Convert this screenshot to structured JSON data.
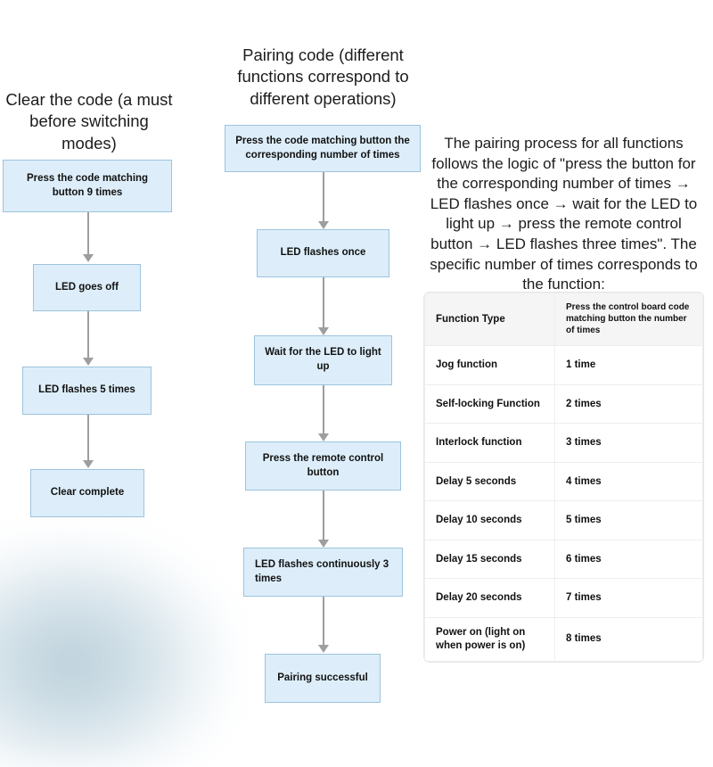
{
  "columns": {
    "left": {
      "heading": "Clear the code (a must before switching modes)",
      "nodes": [
        {
          "label": "Press the code matching button 9 times"
        },
        {
          "label": "LED goes off"
        },
        {
          "label": "LED flashes 5 times"
        },
        {
          "label": "Clear complete"
        }
      ]
    },
    "middle": {
      "heading": "Pairing code (different functions correspond to different operations)",
      "nodes": [
        {
          "label": "Press the code matching button the corresponding number of times"
        },
        {
          "label": "LED flashes once"
        },
        {
          "label": "Wait for the LED to light up"
        },
        {
          "label": "Press the remote control button"
        },
        {
          "label": "LED flashes continuously 3 times"
        },
        {
          "label": "Pairing successful"
        }
      ]
    },
    "right": {
      "paragraph": "The pairing process for all functions follows the logic of \"press the button for the corresponding number of times → LED flashes once → wait for the LED to light up → press the remote control button → LED flashes three times\". The specific number of times corresponds to the function:",
      "table": {
        "headers": [
          "Function Type",
          "Press the control board code matching button the number of times"
        ],
        "rows": [
          [
            "Jog function",
            "1 time"
          ],
          [
            "Self-locking Function",
            "2 times"
          ],
          [
            "Interlock function",
            "3 times"
          ],
          [
            "Delay 5 seconds",
            "4 times"
          ],
          [
            "Delay 10 seconds",
            "5 times"
          ],
          [
            "Delay 15 seconds",
            "6 times"
          ],
          [
            "Delay 20 seconds",
            "7 times"
          ],
          [
            "Power on (light on when power is on)",
            "8 times"
          ]
        ]
      }
    }
  },
  "colors": {
    "node_fill": "#ddeefa",
    "node_border": "#9cc3dd",
    "arrow": "#9e9e9e",
    "table_header_bg": "#f5f5f5",
    "text": "#1a1a1a"
  }
}
